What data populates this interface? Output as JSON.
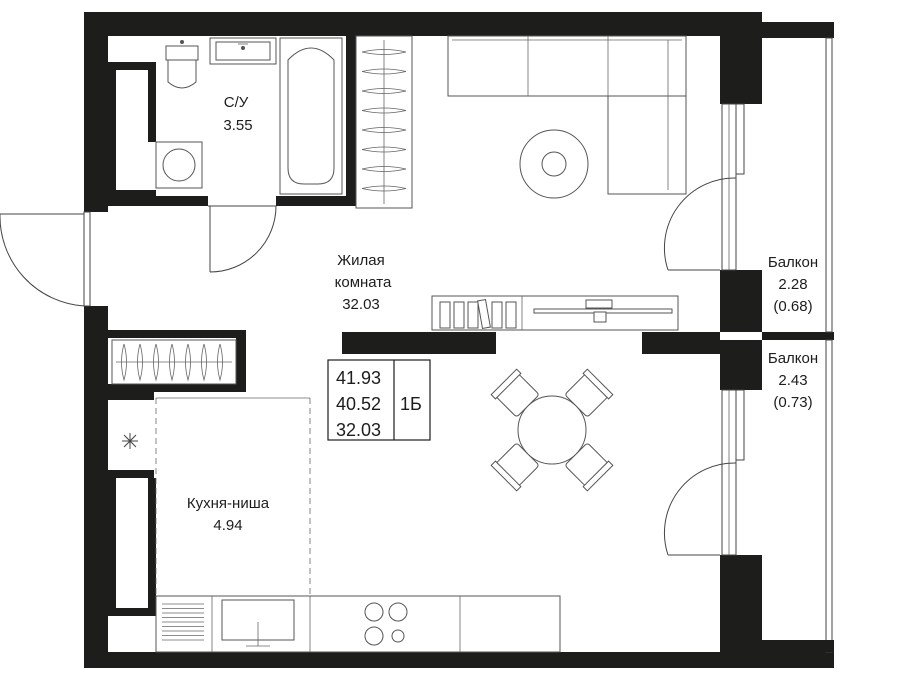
{
  "rooms": {
    "bathroom": {
      "name": "С/У",
      "area": "3.55"
    },
    "living": {
      "name_line1": "Жилая",
      "name_line2": "комната",
      "area": "32.03"
    },
    "kitchen": {
      "name": "Кухня-ниша",
      "area": "4.94"
    },
    "balcony1": {
      "name": "Балкон",
      "area": "2.28",
      "reduced": "(0.68)"
    },
    "balcony2": {
      "name": "Балкон",
      "area": "2.43",
      "reduced": "(0.73)"
    }
  },
  "summary": {
    "total": "41.93",
    "without_balcony": "40.52",
    "living": "32.03",
    "type": "1Б"
  },
  "colors": {
    "wall": "#1d1d1b",
    "line": "#555555",
    "background": "#ffffff"
  }
}
